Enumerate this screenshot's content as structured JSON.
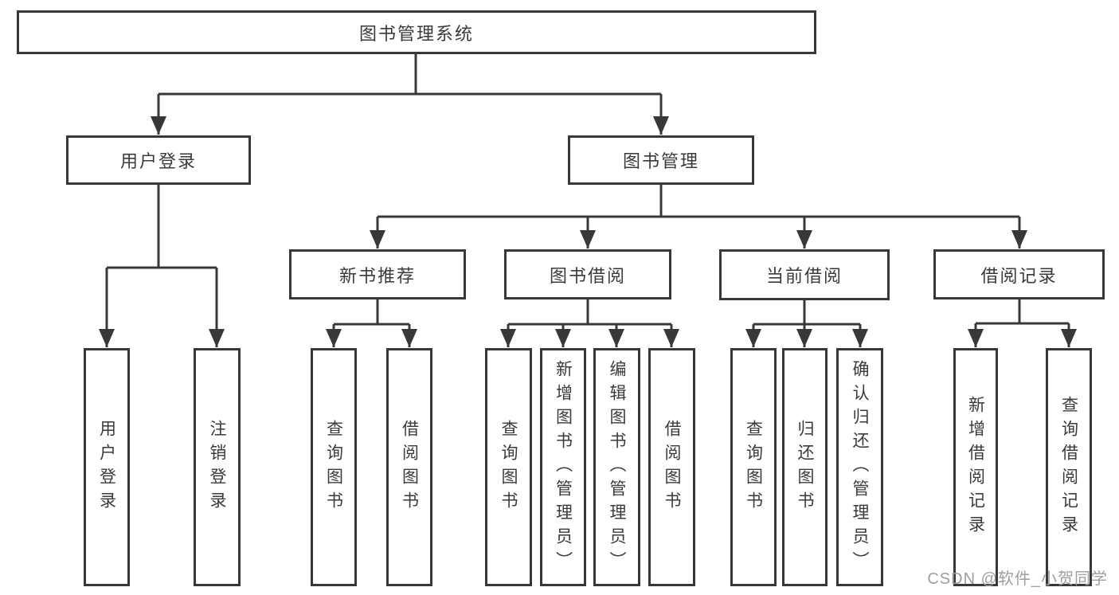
{
  "diagram": {
    "root": {
      "label": "图书管理系统"
    },
    "level1": [
      {
        "label": "用户登录"
      },
      {
        "label": "图书管理"
      }
    ],
    "level2": [
      {
        "label": "新书推荐"
      },
      {
        "label": "图书借阅"
      },
      {
        "label": "当前借阅"
      },
      {
        "label": "借阅记录"
      }
    ],
    "leaves": [
      {
        "label": "用户登录"
      },
      {
        "label": "注销登录"
      },
      {
        "label": "查询图书"
      },
      {
        "label": "借阅图书"
      },
      {
        "label": "查询图书"
      },
      {
        "label": "新增图书（管理员）"
      },
      {
        "label": "编辑图书（管理员）"
      },
      {
        "label": "借阅图书"
      },
      {
        "label": "查询图书"
      },
      {
        "label": "归还图书"
      },
      {
        "label": "确认归还（管理员）"
      },
      {
        "label": "新增借阅记录"
      },
      {
        "label": "查询借阅记录"
      }
    ]
  },
  "watermark": "CSDN @软件_小贺同学",
  "colors": {
    "line": "#383838",
    "text": "#3a3a3a",
    "watermark": "#9e9e9e",
    "background": "#ffffff"
  }
}
